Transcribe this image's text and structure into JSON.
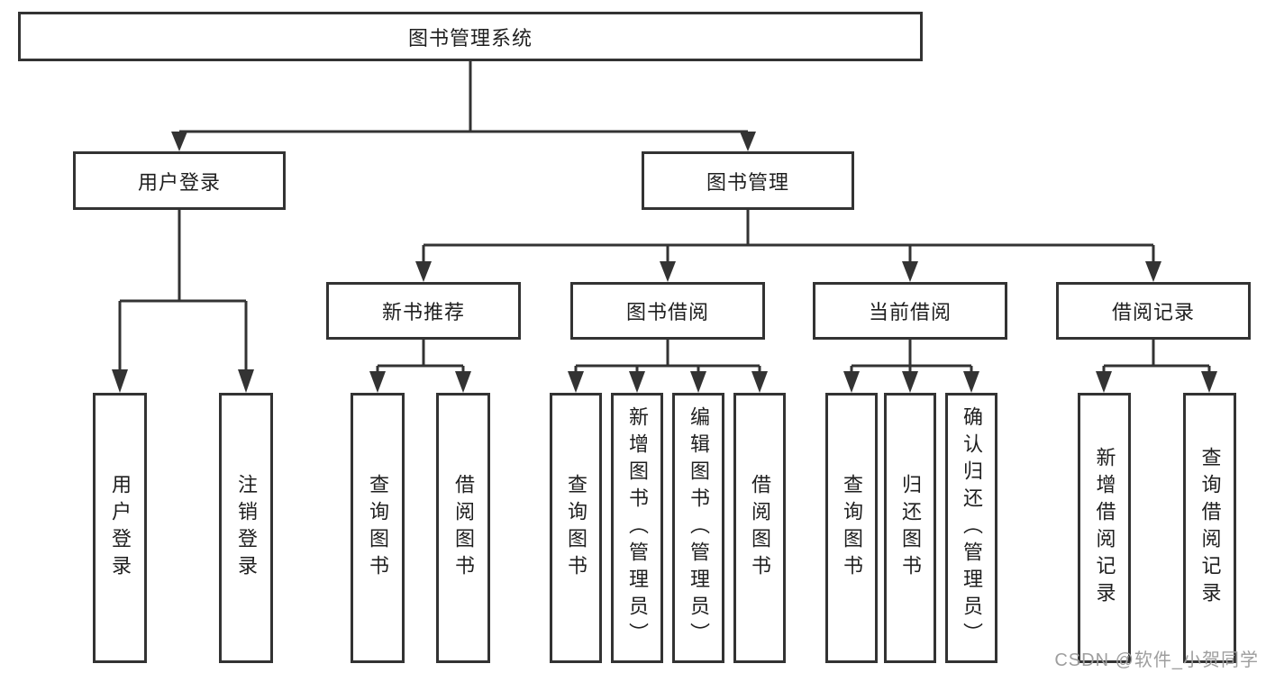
{
  "tree": {
    "label": "图书管理系统",
    "children": [
      {
        "label": "用户登录",
        "children": [
          {
            "label": "用户登录"
          },
          {
            "label": "注销登录"
          }
        ]
      },
      {
        "label": "图书管理",
        "children": [
          {
            "label": "新书推荐",
            "children": [
              {
                "label": "查询图书"
              },
              {
                "label": "借阅图书"
              }
            ]
          },
          {
            "label": "图书借阅",
            "children": [
              {
                "label": "查询图书"
              },
              {
                "label": "新增图书（管理员）"
              },
              {
                "label": "编辑图书（管理员）"
              },
              {
                "label": "借阅图书"
              }
            ]
          },
          {
            "label": "当前借阅",
            "children": [
              {
                "label": "查询图书"
              },
              {
                "label": "归还图书"
              },
              {
                "label": "确认归还（管理员）"
              }
            ]
          },
          {
            "label": "借阅记录",
            "children": [
              {
                "label": "新增借阅记录"
              },
              {
                "label": "查询借阅记录"
              }
            ]
          }
        ]
      }
    ]
  },
  "watermark": "CSDN @软件_小贺同学",
  "colors": {
    "line": "#333333",
    "text": "#1f1f1f",
    "watermark": "#9e9e9e",
    "background": "#ffffff"
  }
}
